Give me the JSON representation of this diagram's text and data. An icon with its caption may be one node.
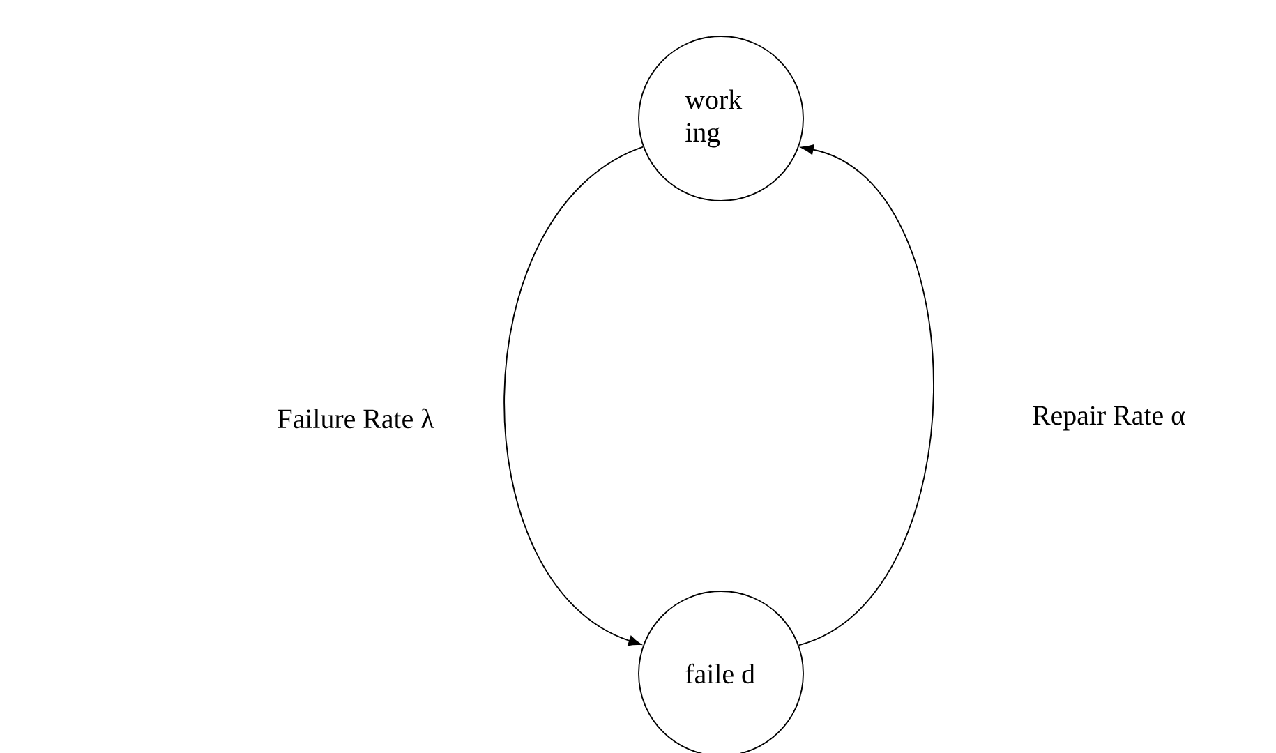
{
  "diagram": {
    "nodes": [
      {
        "text": [
          "work ing"
        ]
      },
      {
        "text": [
          "faile d"
        ]
      }
    ],
    "edges": [
      {
        "from": 0,
        "to": 1,
        "arrow": "to",
        "label": "Failure Rate  λ"
      },
      {
        "from": 1,
        "to": 0,
        "arrow": "to",
        "label": "Repair Rate  α"
      }
    ]
  }
}
